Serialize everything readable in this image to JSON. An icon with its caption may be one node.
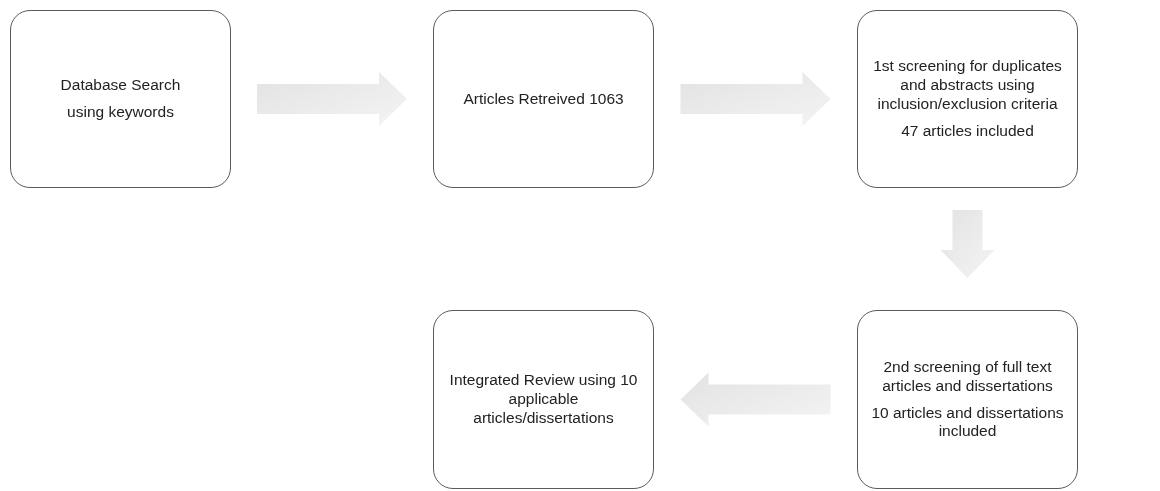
{
  "diagram": {
    "nodes": [
      {
        "text": [
          "Database Search",
          "using keywords"
        ]
      },
      {
        "text": [
          "Articles Retreived 1063"
        ]
      },
      {
        "text": [
          "1st screening for duplicates and abstracts using inclusion/exclusion criteria",
          "47 articles included"
        ]
      },
      {
        "text": [
          "2nd screening of full text articles and dissertations",
          "10 articles and dissertations included"
        ]
      },
      {
        "text": [
          "Integrated Review using 10 applicable articles/dissertations"
        ]
      }
    ],
    "edges": [
      {
        "from": 0,
        "to": 1,
        "arrow": "to"
      },
      {
        "from": 1,
        "to": 2,
        "arrow": "to"
      },
      {
        "from": 2,
        "to": 3,
        "arrow": "to"
      },
      {
        "from": 3,
        "to": 4,
        "arrow": "to"
      }
    ]
  }
}
